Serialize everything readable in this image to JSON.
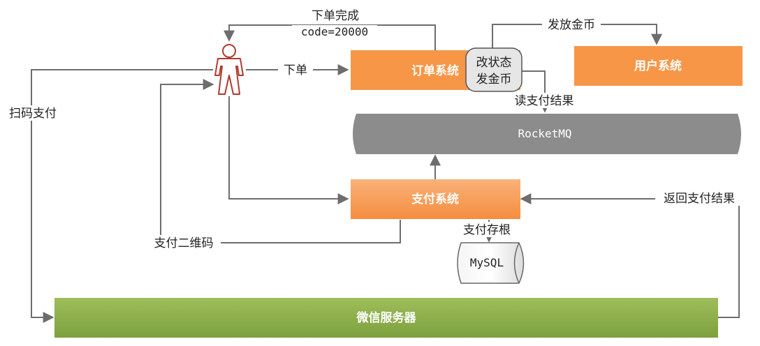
{
  "nodes": {
    "order_system": "订单系统",
    "user_system": "用户系统",
    "rocketmq": "RocketMQ",
    "pay_system": "支付系统",
    "mysql": "MySQL",
    "wechat_server": "微信服务器",
    "change_state_line1": "改状态",
    "change_state_line2": "发金币"
  },
  "edges": {
    "order_done": "下单完成",
    "order_done_code": "code=20000",
    "place_order": "下单",
    "issue_coins": "发放金币",
    "read_pay_result": "读支付结果",
    "scan_pay": "扫码支付",
    "pay_qrcode": "支付二维码",
    "pay_stub": "支付存根",
    "return_pay_result": "返回支付结果"
  },
  "colors": {
    "orange": "#F79646",
    "pay_orange": "#F7A15C",
    "gray": "#8C8C8C",
    "green": "#8DAE4C",
    "line": "#6D6D6D",
    "person": "#B03A2E"
  }
}
